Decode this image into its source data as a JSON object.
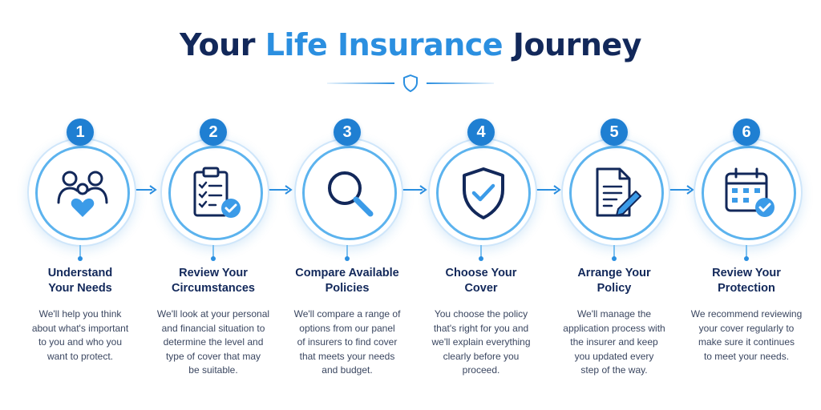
{
  "header": {
    "title_part1": "Your ",
    "title_accent": "Life Insurance",
    "title_part2": " Journey"
  },
  "colors": {
    "navy": "#12285a",
    "accent": "#2b8fe0",
    "badge": "#1f7fd2",
    "ring": "#5cb3ee"
  },
  "steps": [
    {
      "number": "1",
      "icon": "family-heart-icon",
      "title": [
        "Understand",
        "Your Needs"
      ],
      "desc": [
        "We'll help you think",
        "about what's important",
        "to you and who you",
        "want to protect."
      ]
    },
    {
      "number": "2",
      "icon": "clipboard-check-icon",
      "title": [
        "Review Your",
        "Circumstances"
      ],
      "desc": [
        "We'll look at your personal",
        "and financial situation to",
        "determine the level and",
        "type of cover that may",
        "be suitable."
      ]
    },
    {
      "number": "3",
      "icon": "magnifier-icon",
      "title": [
        "Compare Available",
        "Policies"
      ],
      "desc": [
        "We'll compare a range of",
        "options from our panel",
        "of insurers to find cover",
        "that meets your needs",
        "and budget."
      ]
    },
    {
      "number": "4",
      "icon": "shield-check-icon",
      "title": [
        "Choose Your",
        "Cover"
      ],
      "desc": [
        "You choose the policy",
        "that's right for you and",
        "we'll explain everything",
        "clearly before you",
        "proceed."
      ]
    },
    {
      "number": "5",
      "icon": "document-pen-icon",
      "title": [
        "Arrange Your",
        "Policy"
      ],
      "desc": [
        "We'll manage the",
        "application process with",
        "the insurer and keep",
        "you updated every",
        "step of the way."
      ]
    },
    {
      "number": "6",
      "icon": "calendar-check-icon",
      "title": [
        "Review Your",
        "Protection"
      ],
      "desc": [
        "We recommend reviewing",
        "your cover regularly to",
        "make sure it continues",
        "to meet your needs."
      ]
    }
  ]
}
